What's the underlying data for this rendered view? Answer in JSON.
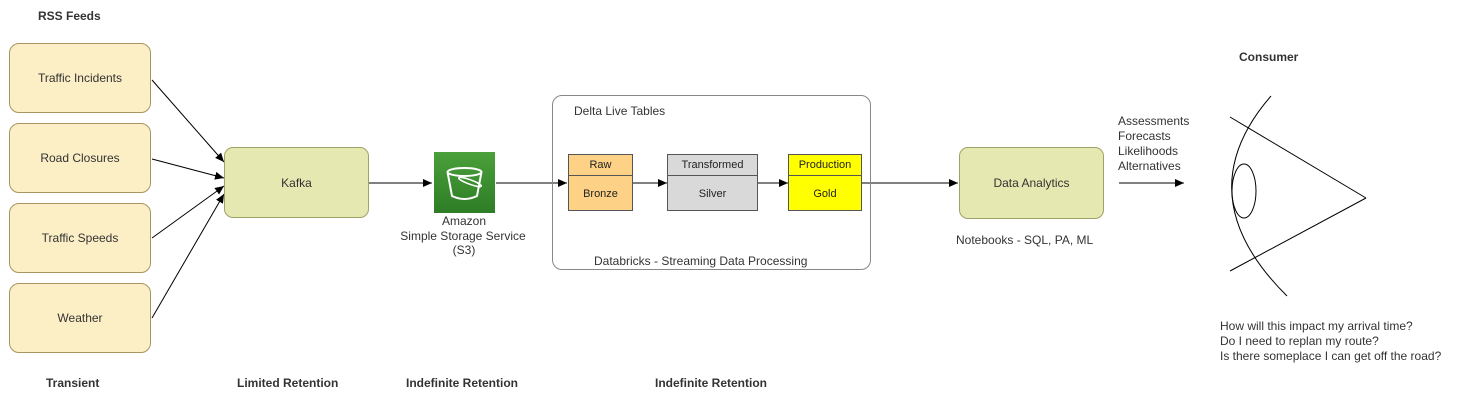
{
  "labels": {
    "rss_feeds": "RSS Feeds",
    "consumer": "Consumer",
    "transient": "Transient",
    "limited_retention": "Limited Retention",
    "indefinite_retention_1": "Indefinite Retention",
    "indefinite_retention_2": "Indefinite Retention"
  },
  "feeds": [
    "Traffic Incidents",
    "Road Closures",
    "Traffic Speeds",
    "Weather"
  ],
  "kafka": "Kafka",
  "s3": {
    "line1": "Amazon",
    "line2": "Simple Storage Service",
    "line3": "(S3)"
  },
  "delta": {
    "title": "Delta Live Tables",
    "footer": "Databricks - Streaming Data Processing",
    "tables": [
      {
        "header": "Raw",
        "body": "Bronze",
        "color": "#fdd186"
      },
      {
        "header": "Transformed",
        "body": "Silver",
        "color": "#d9d9d9"
      },
      {
        "header": "Production",
        "body": "Gold",
        "color": "#ffff00"
      }
    ]
  },
  "analytics": {
    "label": "Data Analytics",
    "caption": "Notebooks - SQL, PA, ML"
  },
  "outputs": [
    "Assessments",
    "Forecasts",
    "Likelihoods",
    "Alternatives"
  ],
  "questions": [
    "How will this impact my arrival time?",
    "Do I need to replan my route?",
    "Is there someplace I can get off the road?"
  ],
  "icons": {
    "s3": "bucket-icon",
    "consumer": "eye-icon"
  }
}
